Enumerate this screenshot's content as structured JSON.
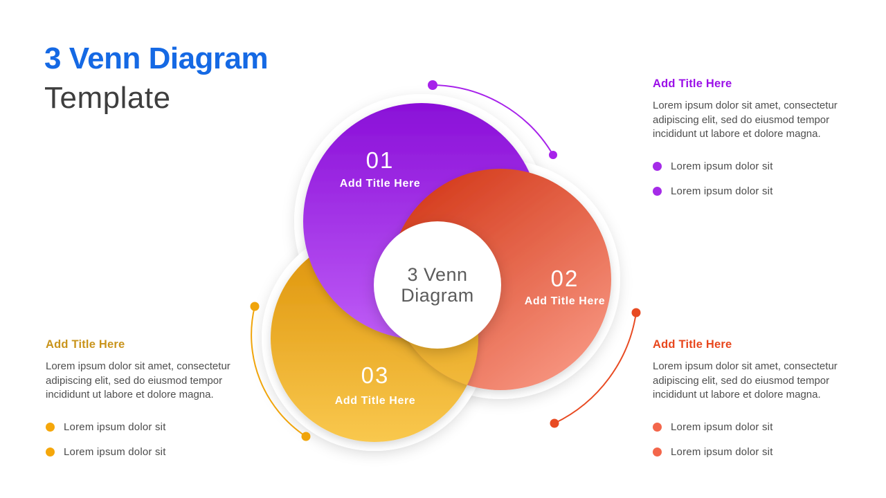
{
  "slide": {
    "title_line1": "3 Venn Diagram",
    "title_line2": "Template",
    "title_color": "#1569e4"
  },
  "venn": {
    "center_label_line1": "3 Venn",
    "center_label_line2": "Diagram",
    "circles": [
      {
        "number": "01",
        "title": "Add Title Here",
        "gradient_top": "#8a0fd8",
        "gradient_bottom": "#be5cf6",
        "arc_color": "#a722ea"
      },
      {
        "number": "02",
        "title": "Add Title Here",
        "gradient_top": "#d03010",
        "gradient_bottom": "#f79580",
        "arc_color": "#e84a22"
      },
      {
        "number": "03",
        "title": "Add Title Here",
        "gradient_top": "#dd9208",
        "gradient_bottom": "#f9c84e",
        "arc_color": "#f0a40a"
      }
    ]
  },
  "panels": [
    {
      "id": "top-right",
      "heading": "Add Title Here",
      "heading_color": "#9b10e8",
      "body_lines": [
        "Lorem ipsum dolor sit amet, consectetur",
        "adipiscing elit, sed do eiusmod tempor",
        "incididunt ut labore et dolore magna."
      ],
      "bullet_color": "#a52be8",
      "bullets": [
        "Lorem ipsum dolor sit",
        "Lorem ipsum dolor sit"
      ]
    },
    {
      "id": "bottom-left",
      "heading": "Add Title Here",
      "heading_color": "#c9941c",
      "body_lines": [
        "Lorem ipsum dolor sit amet, consectetur",
        "adipiscing elit, sed do eiusmod tempor",
        "incididunt ut labore et dolore magna."
      ],
      "bullet_color": "#f5a70b",
      "bullets": [
        "Lorem ipsum dolor sit",
        "Lorem ipsum dolor sit"
      ]
    },
    {
      "id": "bottom-right",
      "heading": "Add Title Here",
      "heading_color": "#e8471d",
      "body_lines": [
        "Lorem ipsum dolor sit amet, consectetur",
        "adipiscing elit, sed do eiusmod tempor",
        "incididunt ut labore et dolore magna."
      ],
      "bullet_color": "#f3664b",
      "bullets": [
        "Lorem ipsum dolor sit",
        "Lorem ipsum dolor sit"
      ]
    }
  ]
}
